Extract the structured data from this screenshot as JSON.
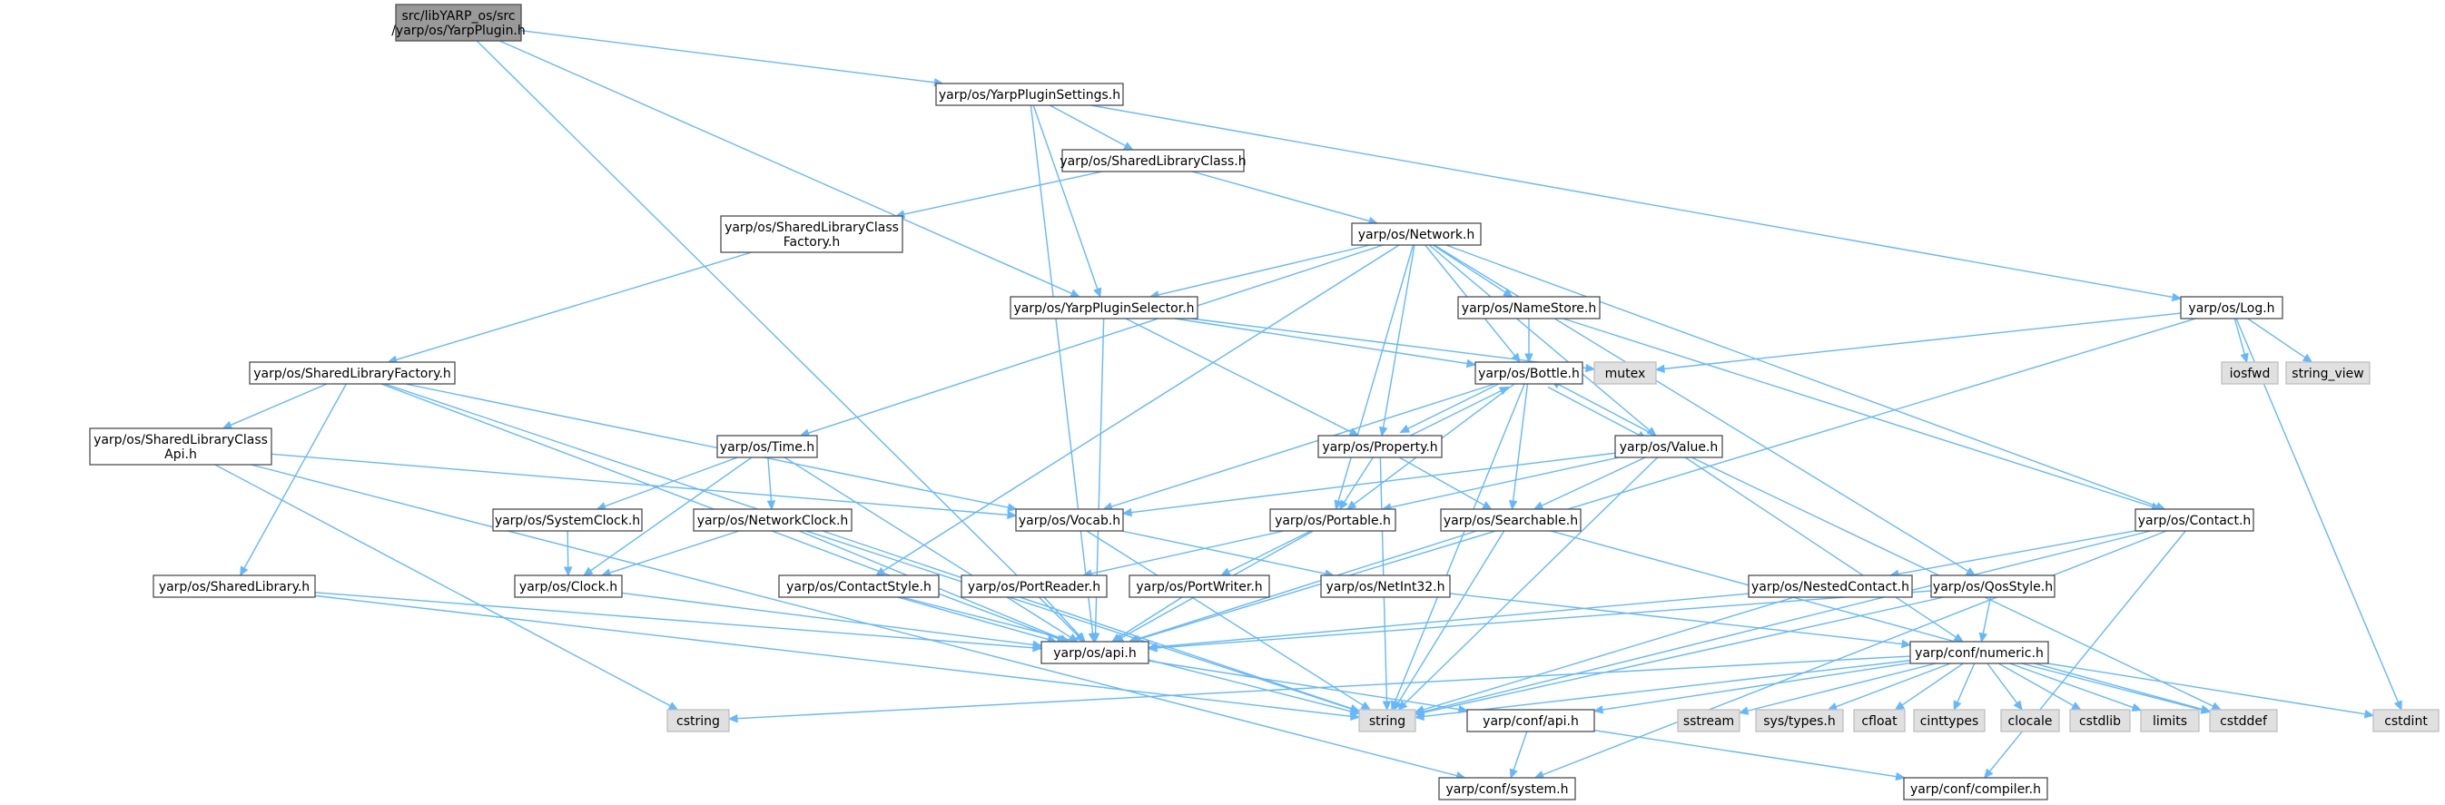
{
  "colors": {
    "edge": "#63b8ff",
    "root_fill": "#999999",
    "node_fill": "#ffffff",
    "system_fill": "#e0e0e0",
    "border": "#4d4d4d"
  },
  "nodes": [
    {
      "id": "root",
      "lines": [
        "src/libYARP_os/src",
        "/yarp/os/YarpPlugin.h"
      ],
      "kind": "root"
    },
    {
      "id": "settings",
      "lines": [
        "yarp/os/YarpPluginSettings.h"
      ],
      "kind": "header"
    },
    {
      "id": "slclass",
      "lines": [
        "yarp/os/SharedLibraryClass.h"
      ],
      "kind": "header"
    },
    {
      "id": "slcfactory",
      "lines": [
        "yarp/os/SharedLibraryClass",
        "Factory.h"
      ],
      "kind": "header"
    },
    {
      "id": "network",
      "lines": [
        "yarp/os/Network.h"
      ],
      "kind": "header"
    },
    {
      "id": "selector",
      "lines": [
        "yarp/os/YarpPluginSelector.h"
      ],
      "kind": "header"
    },
    {
      "id": "namestore",
      "lines": [
        "yarp/os/NameStore.h"
      ],
      "kind": "header"
    },
    {
      "id": "log",
      "lines": [
        "yarp/os/Log.h"
      ],
      "kind": "header"
    },
    {
      "id": "mutex",
      "lines": [
        "mutex"
      ],
      "kind": "system"
    },
    {
      "id": "iosfwd",
      "lines": [
        "iosfwd"
      ],
      "kind": "system"
    },
    {
      "id": "string_view",
      "lines": [
        "string_view"
      ],
      "kind": "system"
    },
    {
      "id": "slfactory",
      "lines": [
        "yarp/os/SharedLibraryFactory.h"
      ],
      "kind": "header"
    },
    {
      "id": "bottle",
      "lines": [
        "yarp/os/Bottle.h"
      ],
      "kind": "header"
    },
    {
      "id": "slcapi",
      "lines": [
        "yarp/os/SharedLibraryClass",
        "Api.h"
      ],
      "kind": "header"
    },
    {
      "id": "time",
      "lines": [
        "yarp/os/Time.h"
      ],
      "kind": "header"
    },
    {
      "id": "property",
      "lines": [
        "yarp/os/Property.h"
      ],
      "kind": "header"
    },
    {
      "id": "value",
      "lines": [
        "yarp/os/Value.h"
      ],
      "kind": "header"
    },
    {
      "id": "systemclock",
      "lines": [
        "yarp/os/SystemClock.h"
      ],
      "kind": "header"
    },
    {
      "id": "networkclock",
      "lines": [
        "yarp/os/NetworkClock.h"
      ],
      "kind": "header"
    },
    {
      "id": "vocab",
      "lines": [
        "yarp/os/Vocab.h"
      ],
      "kind": "header"
    },
    {
      "id": "portable",
      "lines": [
        "yarp/os/Portable.h"
      ],
      "kind": "header"
    },
    {
      "id": "searchable",
      "lines": [
        "yarp/os/Searchable.h"
      ],
      "kind": "header"
    },
    {
      "id": "contact",
      "lines": [
        "yarp/os/Contact.h"
      ],
      "kind": "header"
    },
    {
      "id": "clock",
      "lines": [
        "yarp/os/Clock.h"
      ],
      "kind": "header"
    },
    {
      "id": "sharedlibrary",
      "lines": [
        "yarp/os/SharedLibrary.h"
      ],
      "kind": "header"
    },
    {
      "id": "contactstyle",
      "lines": [
        "yarp/os/ContactStyle.h"
      ],
      "kind": "header"
    },
    {
      "id": "portreader",
      "lines": [
        "yarp/os/PortReader.h"
      ],
      "kind": "header"
    },
    {
      "id": "portwriter",
      "lines": [
        "yarp/os/PortWriter.h"
      ],
      "kind": "header"
    },
    {
      "id": "netint32",
      "lines": [
        "yarp/os/NetInt32.h"
      ],
      "kind": "header"
    },
    {
      "id": "nestedcontact",
      "lines": [
        "yarp/os/NestedContact.h"
      ],
      "kind": "header"
    },
    {
      "id": "qosstyle",
      "lines": [
        "yarp/os/QosStyle.h"
      ],
      "kind": "header"
    },
    {
      "id": "api",
      "lines": [
        "yarp/os/api.h"
      ],
      "kind": "header"
    },
    {
      "id": "numeric",
      "lines": [
        "yarp/conf/numeric.h"
      ],
      "kind": "header"
    },
    {
      "id": "cstring",
      "lines": [
        "cstring"
      ],
      "kind": "system"
    },
    {
      "id": "string",
      "lines": [
        "string"
      ],
      "kind": "system"
    },
    {
      "id": "confapi",
      "lines": [
        "yarp/conf/api.h"
      ],
      "kind": "header"
    },
    {
      "id": "sstream",
      "lines": [
        "sstream"
      ],
      "kind": "system"
    },
    {
      "id": "systypes",
      "lines": [
        "sys/types.h"
      ],
      "kind": "system"
    },
    {
      "id": "cfloat",
      "lines": [
        "cfloat"
      ],
      "kind": "system"
    },
    {
      "id": "cinttypes",
      "lines": [
        "cinttypes"
      ],
      "kind": "system"
    },
    {
      "id": "clocale",
      "lines": [
        "clocale"
      ],
      "kind": "system"
    },
    {
      "id": "cstdlib",
      "lines": [
        "cstdlib"
      ],
      "kind": "system"
    },
    {
      "id": "limits",
      "lines": [
        "limits"
      ],
      "kind": "system"
    },
    {
      "id": "cstddef",
      "lines": [
        "cstddef"
      ],
      "kind": "system"
    },
    {
      "id": "cstdint",
      "lines": [
        "cstdint"
      ],
      "kind": "system"
    },
    {
      "id": "confsystem",
      "lines": [
        "yarp/conf/system.h"
      ],
      "kind": "header"
    },
    {
      "id": "confcompiler",
      "lines": [
        "yarp/conf/compiler.h"
      ],
      "kind": "header"
    }
  ],
  "edges": [
    [
      "root",
      "settings"
    ],
    [
      "root",
      "selector"
    ],
    [
      "root",
      "api"
    ],
    [
      "settings",
      "slclass"
    ],
    [
      "settings",
      "selector"
    ],
    [
      "settings",
      "log"
    ],
    [
      "settings",
      "api"
    ],
    [
      "slclass",
      "slcfactory"
    ],
    [
      "slclass",
      "network"
    ],
    [
      "slcfactory",
      "slfactory"
    ],
    [
      "network",
      "selector"
    ],
    [
      "network",
      "namestore"
    ],
    [
      "network",
      "bottle"
    ],
    [
      "network",
      "property"
    ],
    [
      "network",
      "value"
    ],
    [
      "network",
      "time"
    ],
    [
      "network",
      "contactstyle"
    ],
    [
      "network",
      "portable"
    ],
    [
      "network",
      "contact"
    ],
    [
      "network",
      "qosstyle"
    ],
    [
      "selector",
      "mutex"
    ],
    [
      "selector",
      "bottle"
    ],
    [
      "selector",
      "property"
    ],
    [
      "selector",
      "api"
    ],
    [
      "namestore",
      "bottle"
    ],
    [
      "namestore",
      "contact"
    ],
    [
      "log",
      "mutex"
    ],
    [
      "log",
      "iosfwd"
    ],
    [
      "log",
      "string_view"
    ],
    [
      "log",
      "cstdint"
    ],
    [
      "log",
      "api"
    ],
    [
      "slfactory",
      "slcapi"
    ],
    [
      "slfactory",
      "vocab"
    ],
    [
      "slfactory",
      "sharedlibrary"
    ],
    [
      "slfactory",
      "api"
    ],
    [
      "slfactory",
      "string"
    ],
    [
      "slcapi",
      "vocab"
    ],
    [
      "slcapi",
      "cstring"
    ],
    [
      "slcapi",
      "confsystem"
    ],
    [
      "bottle",
      "property"
    ],
    [
      "bottle",
      "value"
    ],
    [
      "bottle",
      "vocab"
    ],
    [
      "bottle",
      "portable"
    ],
    [
      "bottle",
      "searchable"
    ],
    [
      "bottle",
      "string"
    ],
    [
      "property",
      "bottle"
    ],
    [
      "property",
      "portable"
    ],
    [
      "property",
      "searchable"
    ],
    [
      "property",
      "string"
    ],
    [
      "value",
      "bottle"
    ],
    [
      "value",
      "vocab"
    ],
    [
      "value",
      "portable"
    ],
    [
      "value",
      "searchable"
    ],
    [
      "value",
      "numeric"
    ],
    [
      "value",
      "cstddef"
    ],
    [
      "value",
      "string"
    ],
    [
      "time",
      "systemclock"
    ],
    [
      "time",
      "networkclock"
    ],
    [
      "time",
      "clock"
    ],
    [
      "time",
      "api"
    ],
    [
      "systemclock",
      "clock"
    ],
    [
      "networkclock",
      "clock"
    ],
    [
      "networkclock",
      "api"
    ],
    [
      "networkclock",
      "string"
    ],
    [
      "vocab",
      "netint32"
    ],
    [
      "vocab",
      "string"
    ],
    [
      "portable",
      "portreader"
    ],
    [
      "portable",
      "portwriter"
    ],
    [
      "portable",
      "api"
    ],
    [
      "searchable",
      "api"
    ],
    [
      "searchable",
      "string"
    ],
    [
      "searchable",
      "cstddef"
    ],
    [
      "contact",
      "nestedcontact"
    ],
    [
      "contact",
      "string"
    ],
    [
      "contact",
      "confsystem"
    ],
    [
      "contact",
      "confcompiler"
    ],
    [
      "clock",
      "api"
    ],
    [
      "sharedlibrary",
      "api"
    ],
    [
      "sharedlibrary",
      "string"
    ],
    [
      "contactstyle",
      "api"
    ],
    [
      "contactstyle",
      "string"
    ],
    [
      "portreader",
      "api"
    ],
    [
      "portwriter",
      "api"
    ],
    [
      "netint32",
      "numeric"
    ],
    [
      "nestedcontact",
      "api"
    ],
    [
      "nestedcontact",
      "string"
    ],
    [
      "qosstyle",
      "api"
    ],
    [
      "qosstyle",
      "numeric"
    ],
    [
      "qosstyle",
      "string"
    ],
    [
      "api",
      "confapi"
    ],
    [
      "numeric",
      "cstring"
    ],
    [
      "numeric",
      "string"
    ],
    [
      "numeric",
      "confapi"
    ],
    [
      "numeric",
      "sstream"
    ],
    [
      "numeric",
      "systypes"
    ],
    [
      "numeric",
      "cfloat"
    ],
    [
      "numeric",
      "cinttypes"
    ],
    [
      "numeric",
      "clocale"
    ],
    [
      "numeric",
      "cstdlib"
    ],
    [
      "numeric",
      "limits"
    ],
    [
      "numeric",
      "cstddef"
    ],
    [
      "numeric",
      "cstdint"
    ],
    [
      "confapi",
      "confsystem"
    ],
    [
      "confapi",
      "confcompiler"
    ]
  ]
}
